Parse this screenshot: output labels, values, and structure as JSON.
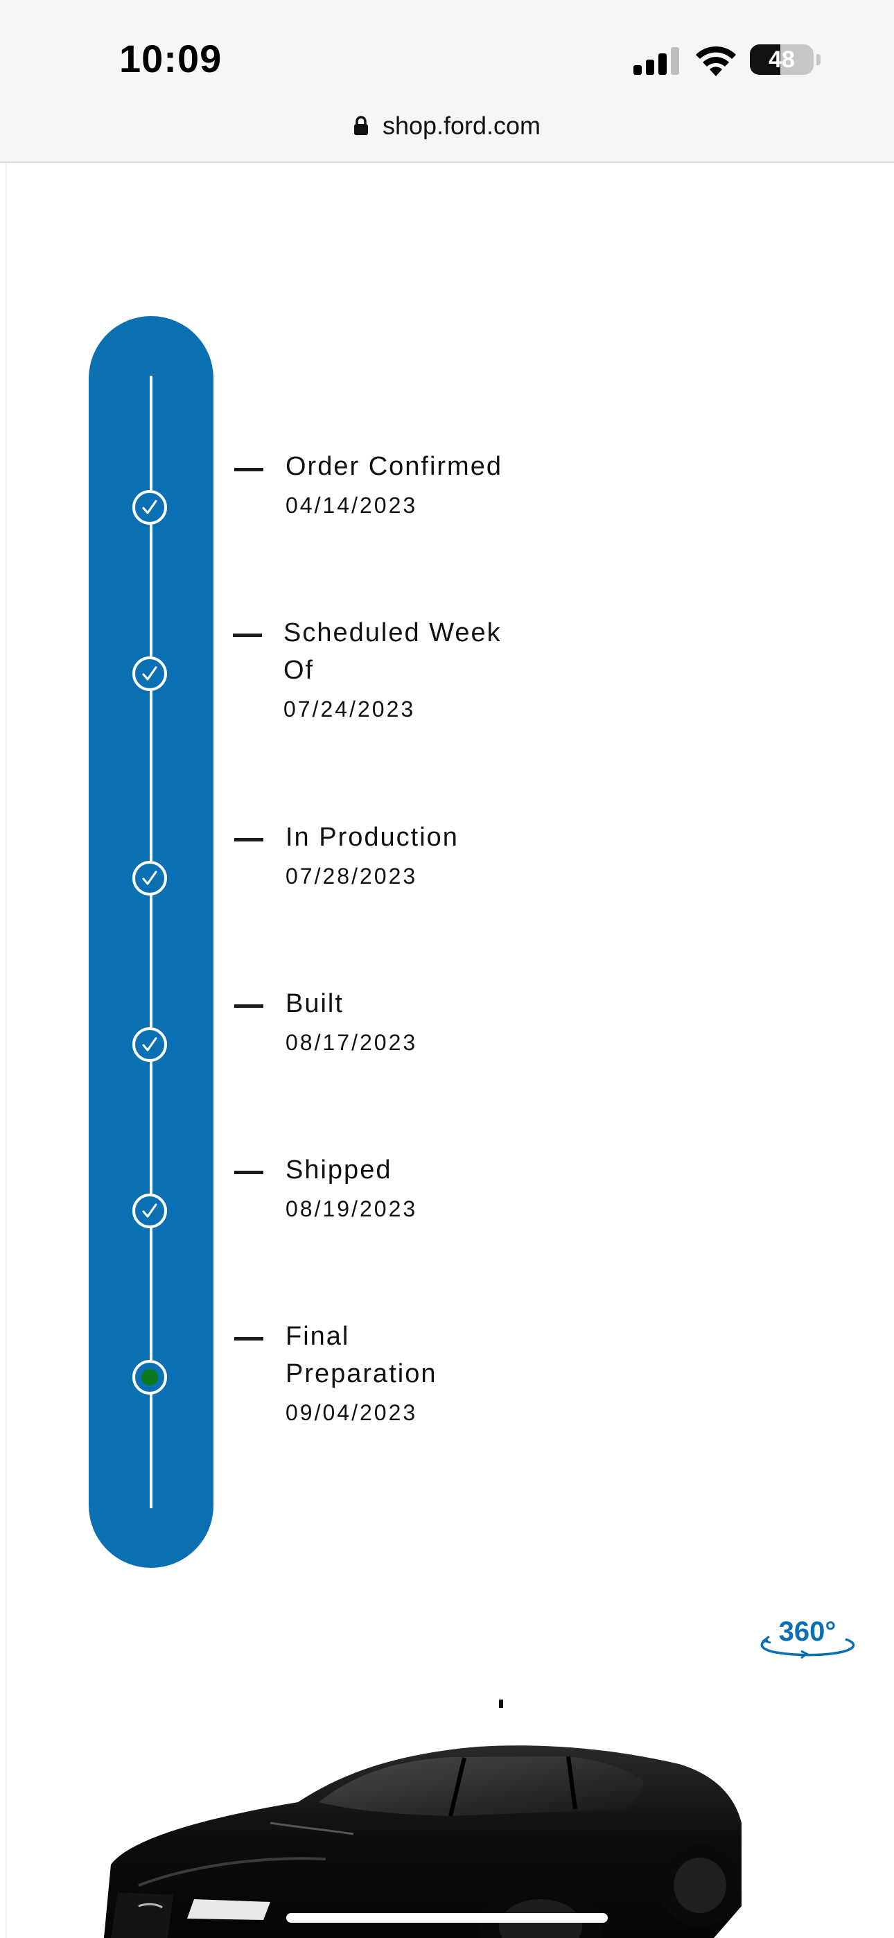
{
  "status_bar": {
    "time": "10:09",
    "battery": "48",
    "battery_level": 0.48
  },
  "browser": {
    "url": "shop.ford.com"
  },
  "timeline": {
    "steps": [
      {
        "title": "Order Confirmed",
        "date": "04/14/2023",
        "state": "complete"
      },
      {
        "title": "Scheduled Week Of",
        "date": "07/24/2023",
        "state": "complete"
      },
      {
        "title": "In Production",
        "date": "07/28/2023",
        "state": "complete"
      },
      {
        "title": "Built",
        "date": "08/17/2023",
        "state": "complete"
      },
      {
        "title": "Shipped",
        "date": "08/19/2023",
        "state": "complete"
      },
      {
        "title": "Final Preparation",
        "date": "09/04/2023",
        "state": "current"
      }
    ]
  },
  "viewer": {
    "label": "360°"
  },
  "colors": {
    "timeline_blue": "#0a70b2",
    "current_green": "#0a7a1c"
  },
  "icons": {
    "complete": "check-icon",
    "current": "current-dot-icon",
    "lock": "lock-icon",
    "rotate": "rotate-360-icon"
  }
}
